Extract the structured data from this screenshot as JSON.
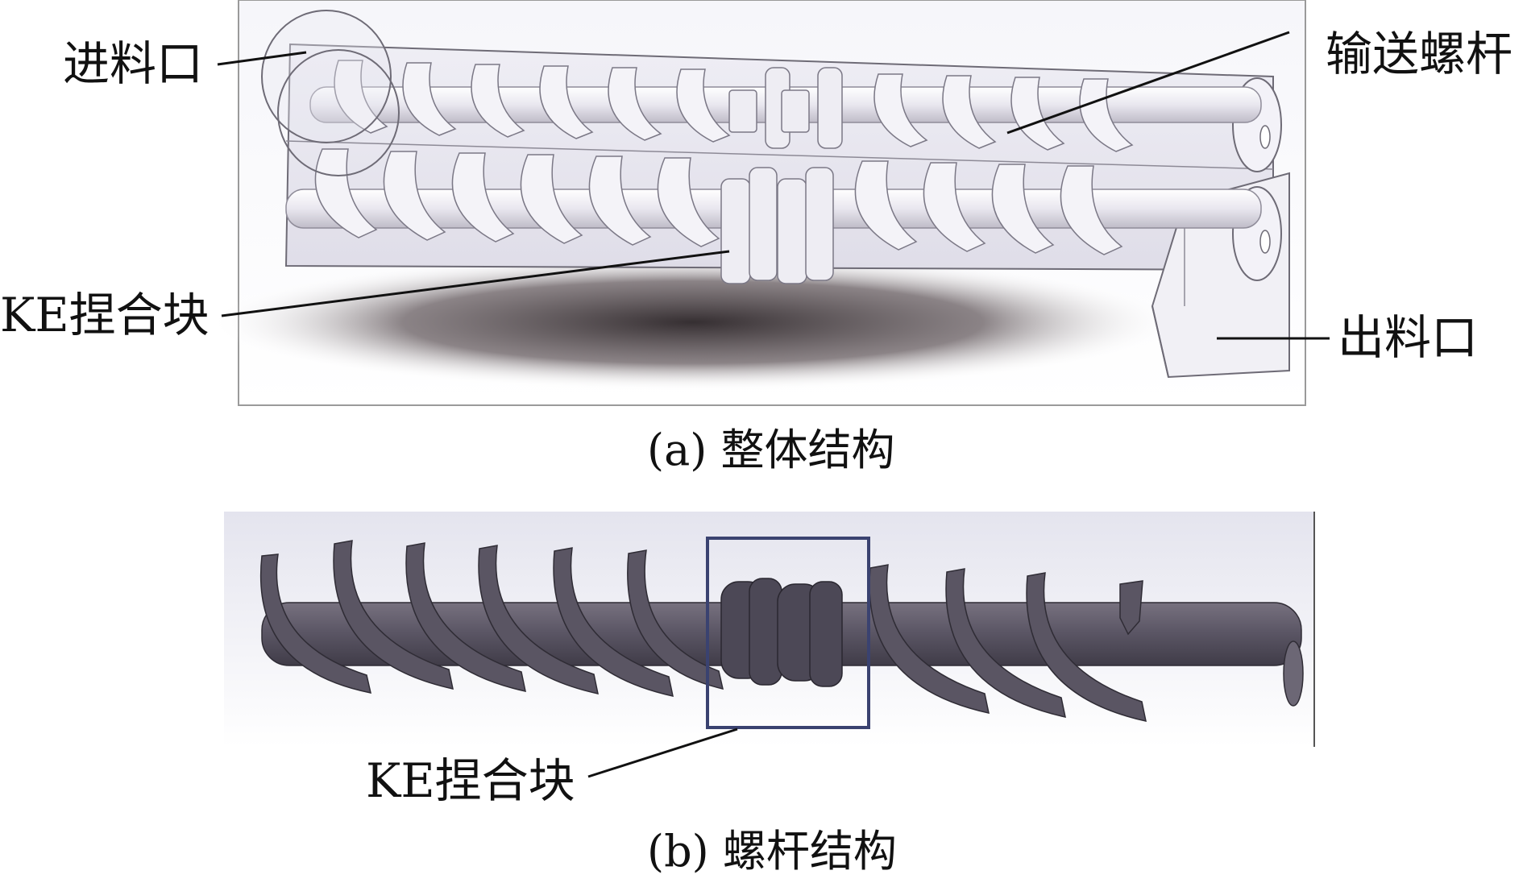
{
  "figure_a": {
    "caption": "(a) 整体结构",
    "labels": {
      "inlet": "进料口",
      "conveying_screw": "输送螺杆",
      "ke_block": "KE捏合块",
      "outlet": "出料口"
    }
  },
  "figure_b": {
    "caption": "(b) 螺杆结构",
    "labels": {
      "ke_block": "KE捏合块"
    }
  },
  "colors": {
    "barrel_fill": "#ecebf2",
    "screw_light": "#f4f3f8",
    "screw_dark": "#5a5563",
    "frame_border": "#9a9a9a",
    "highlight_box": "#3a4270",
    "shadow": "#3b3437"
  }
}
